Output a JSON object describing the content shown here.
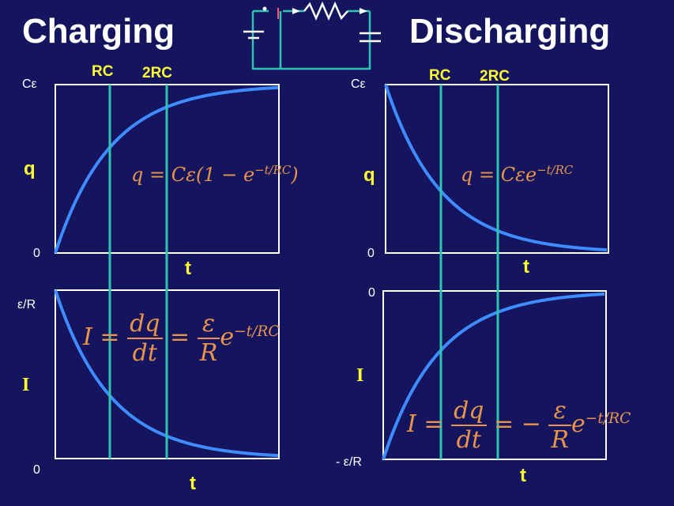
{
  "titles": {
    "charging": "Charging",
    "discharging": "Discharging"
  },
  "markers": {
    "rc": "RC",
    "two_rc": "2RC"
  },
  "charging": {
    "charge_plot": {
      "y_max_label": "Cε",
      "y_zero_label": "0",
      "y_var": "q",
      "x_var": "t",
      "equation": {
        "lhs": "q = Cε(1 − e",
        "exp": "−t/RC",
        "tail": ")"
      }
    },
    "current_plot": {
      "y_max_label": "ε/R",
      "y_zero_label": "0",
      "y_var": "I",
      "x_var": "t",
      "equation": {
        "lhs": "I =",
        "num1": "dq",
        "den1": "dt",
        "eq2": "=",
        "num2": "ε",
        "den2": "R",
        "tail": "e",
        "exp": "−t/RC"
      }
    }
  },
  "discharging": {
    "charge_plot": {
      "y_max_label": "Cε",
      "y_zero_label": "0",
      "y_var": "q",
      "x_var": "t",
      "equation": {
        "lhs": "q = Cεe",
        "exp": "−t/RC"
      }
    },
    "current_plot": {
      "y_max_label": "0",
      "y_min_label": "- ε/R",
      "y_var": "I",
      "x_var": "t",
      "equation": {
        "lhs": "I =",
        "num1": "dq",
        "den1": "dt",
        "eq2": "= −",
        "num2": "ε",
        "den2": "R",
        "tail": "e",
        "exp": "−t/RC"
      }
    }
  },
  "colors": {
    "background": "#14145f",
    "curve": "#3f8cff",
    "marker_line": "#2ec4b0",
    "frame": "#ffffff",
    "equation": "#e8944a",
    "label": "#ffff33"
  }
}
